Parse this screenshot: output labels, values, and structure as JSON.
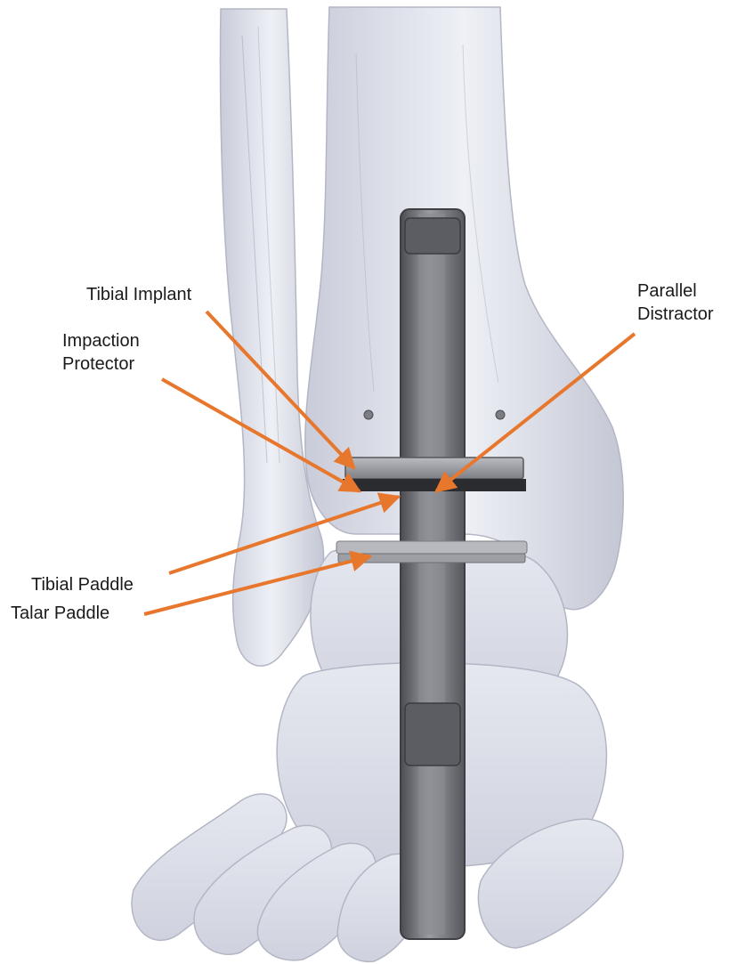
{
  "labels": {
    "tibial_implant": "Tibial Implant",
    "impaction_protector_line1": "Impaction",
    "impaction_protector_line2": "Protector",
    "parallel_distractor_line1": "Parallel",
    "parallel_distractor_line2": "Distractor",
    "tibial_paddle": "Tibial Paddle",
    "talar_paddle": "Talar Paddle"
  },
  "colors": {
    "arrow": "#e8772e",
    "bone": "#dfe1ec",
    "instrument": "#6e7075",
    "background": "#ffffff"
  }
}
